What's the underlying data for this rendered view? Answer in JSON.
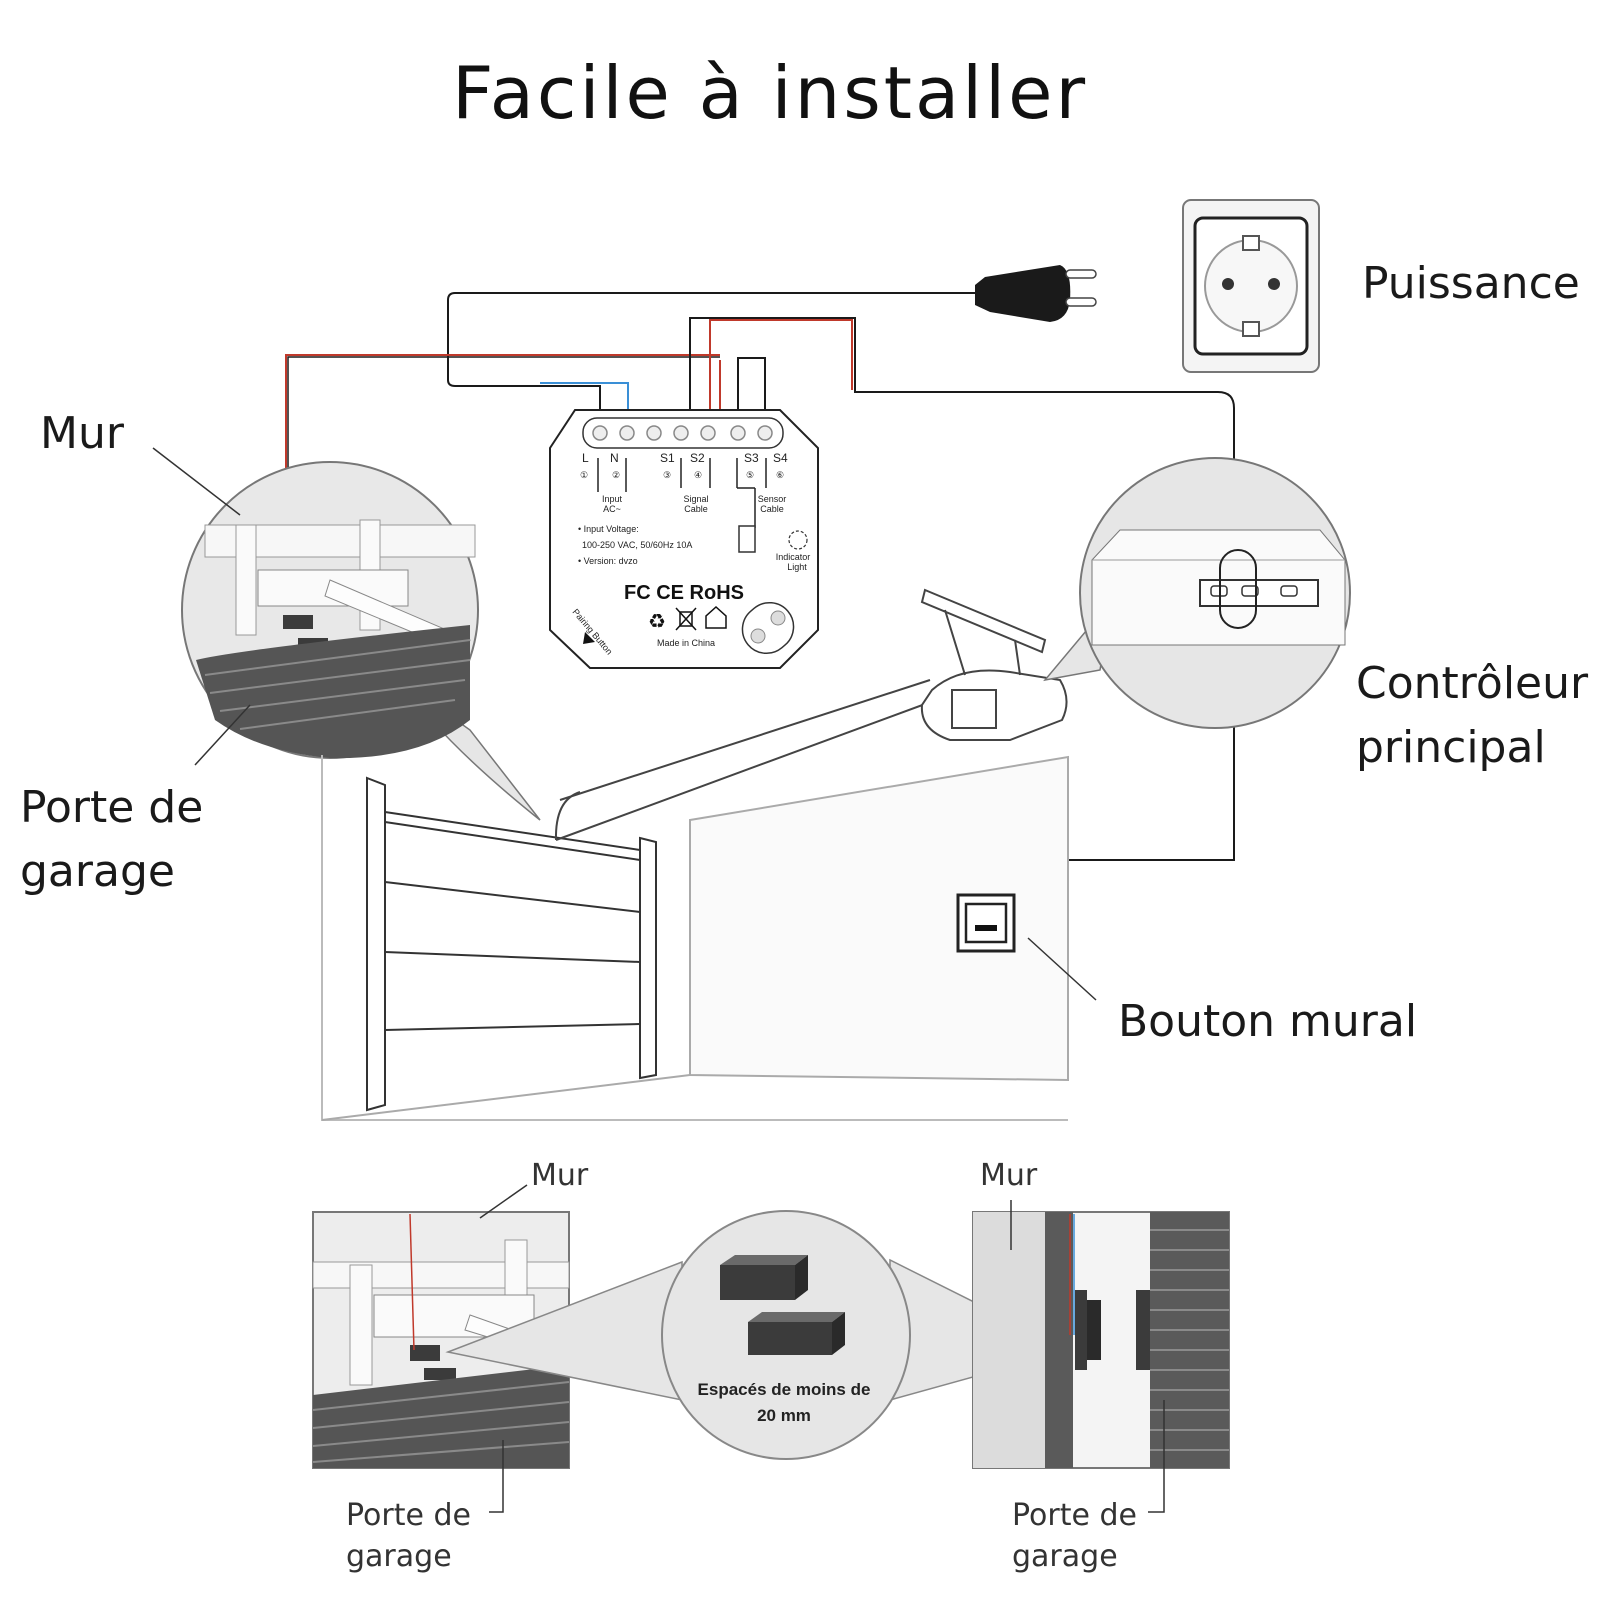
{
  "title": "Facile à installer",
  "labels": {
    "puissance": "Puissance",
    "mur": "Mur",
    "porte_line1": "Porte de",
    "porte_line2": "garage",
    "controleur_line1": "Contrôleur",
    "controleur_line2": "principal",
    "bouton_mural": "Bouton mural"
  },
  "module": {
    "terminals": [
      "L",
      "N",
      "S1",
      "S2",
      "S3",
      "S4"
    ],
    "terminal_numbers": [
      "①",
      "②",
      "③",
      "④",
      "⑤",
      "⑥"
    ],
    "input_label": [
      "Input",
      "AC~"
    ],
    "signal_label": [
      "Signal",
      "Cable"
    ],
    "sensor_label": [
      "Sensor",
      "Cable"
    ],
    "input_voltage": "• Input Voltage:",
    "voltage_value": "100-250 VAC, 50/60Hz 10A",
    "version": "• Version: dvzo",
    "indicator_label": [
      "Indicator",
      "Light"
    ],
    "certifications": "FC CE RoHS",
    "made_in": "Made in China",
    "pairing_button": "Pairing Button"
  },
  "bottom": {
    "left_mur": "Mur",
    "left_porte_line1": "Porte de",
    "left_porte_line2": "garage",
    "gap_line1": "Espacés de moins de",
    "gap_line2": "20 mm",
    "right_mur": "Mur",
    "right_porte_line1": "Porte de",
    "right_porte_line2": "garage"
  },
  "colors": {
    "wire_black": "#1a1a1a",
    "wire_red": "#c0392b",
    "wire_blue": "#3a8fd6",
    "circle_fill": "#e6e6e6",
    "line_gray": "#555555"
  }
}
